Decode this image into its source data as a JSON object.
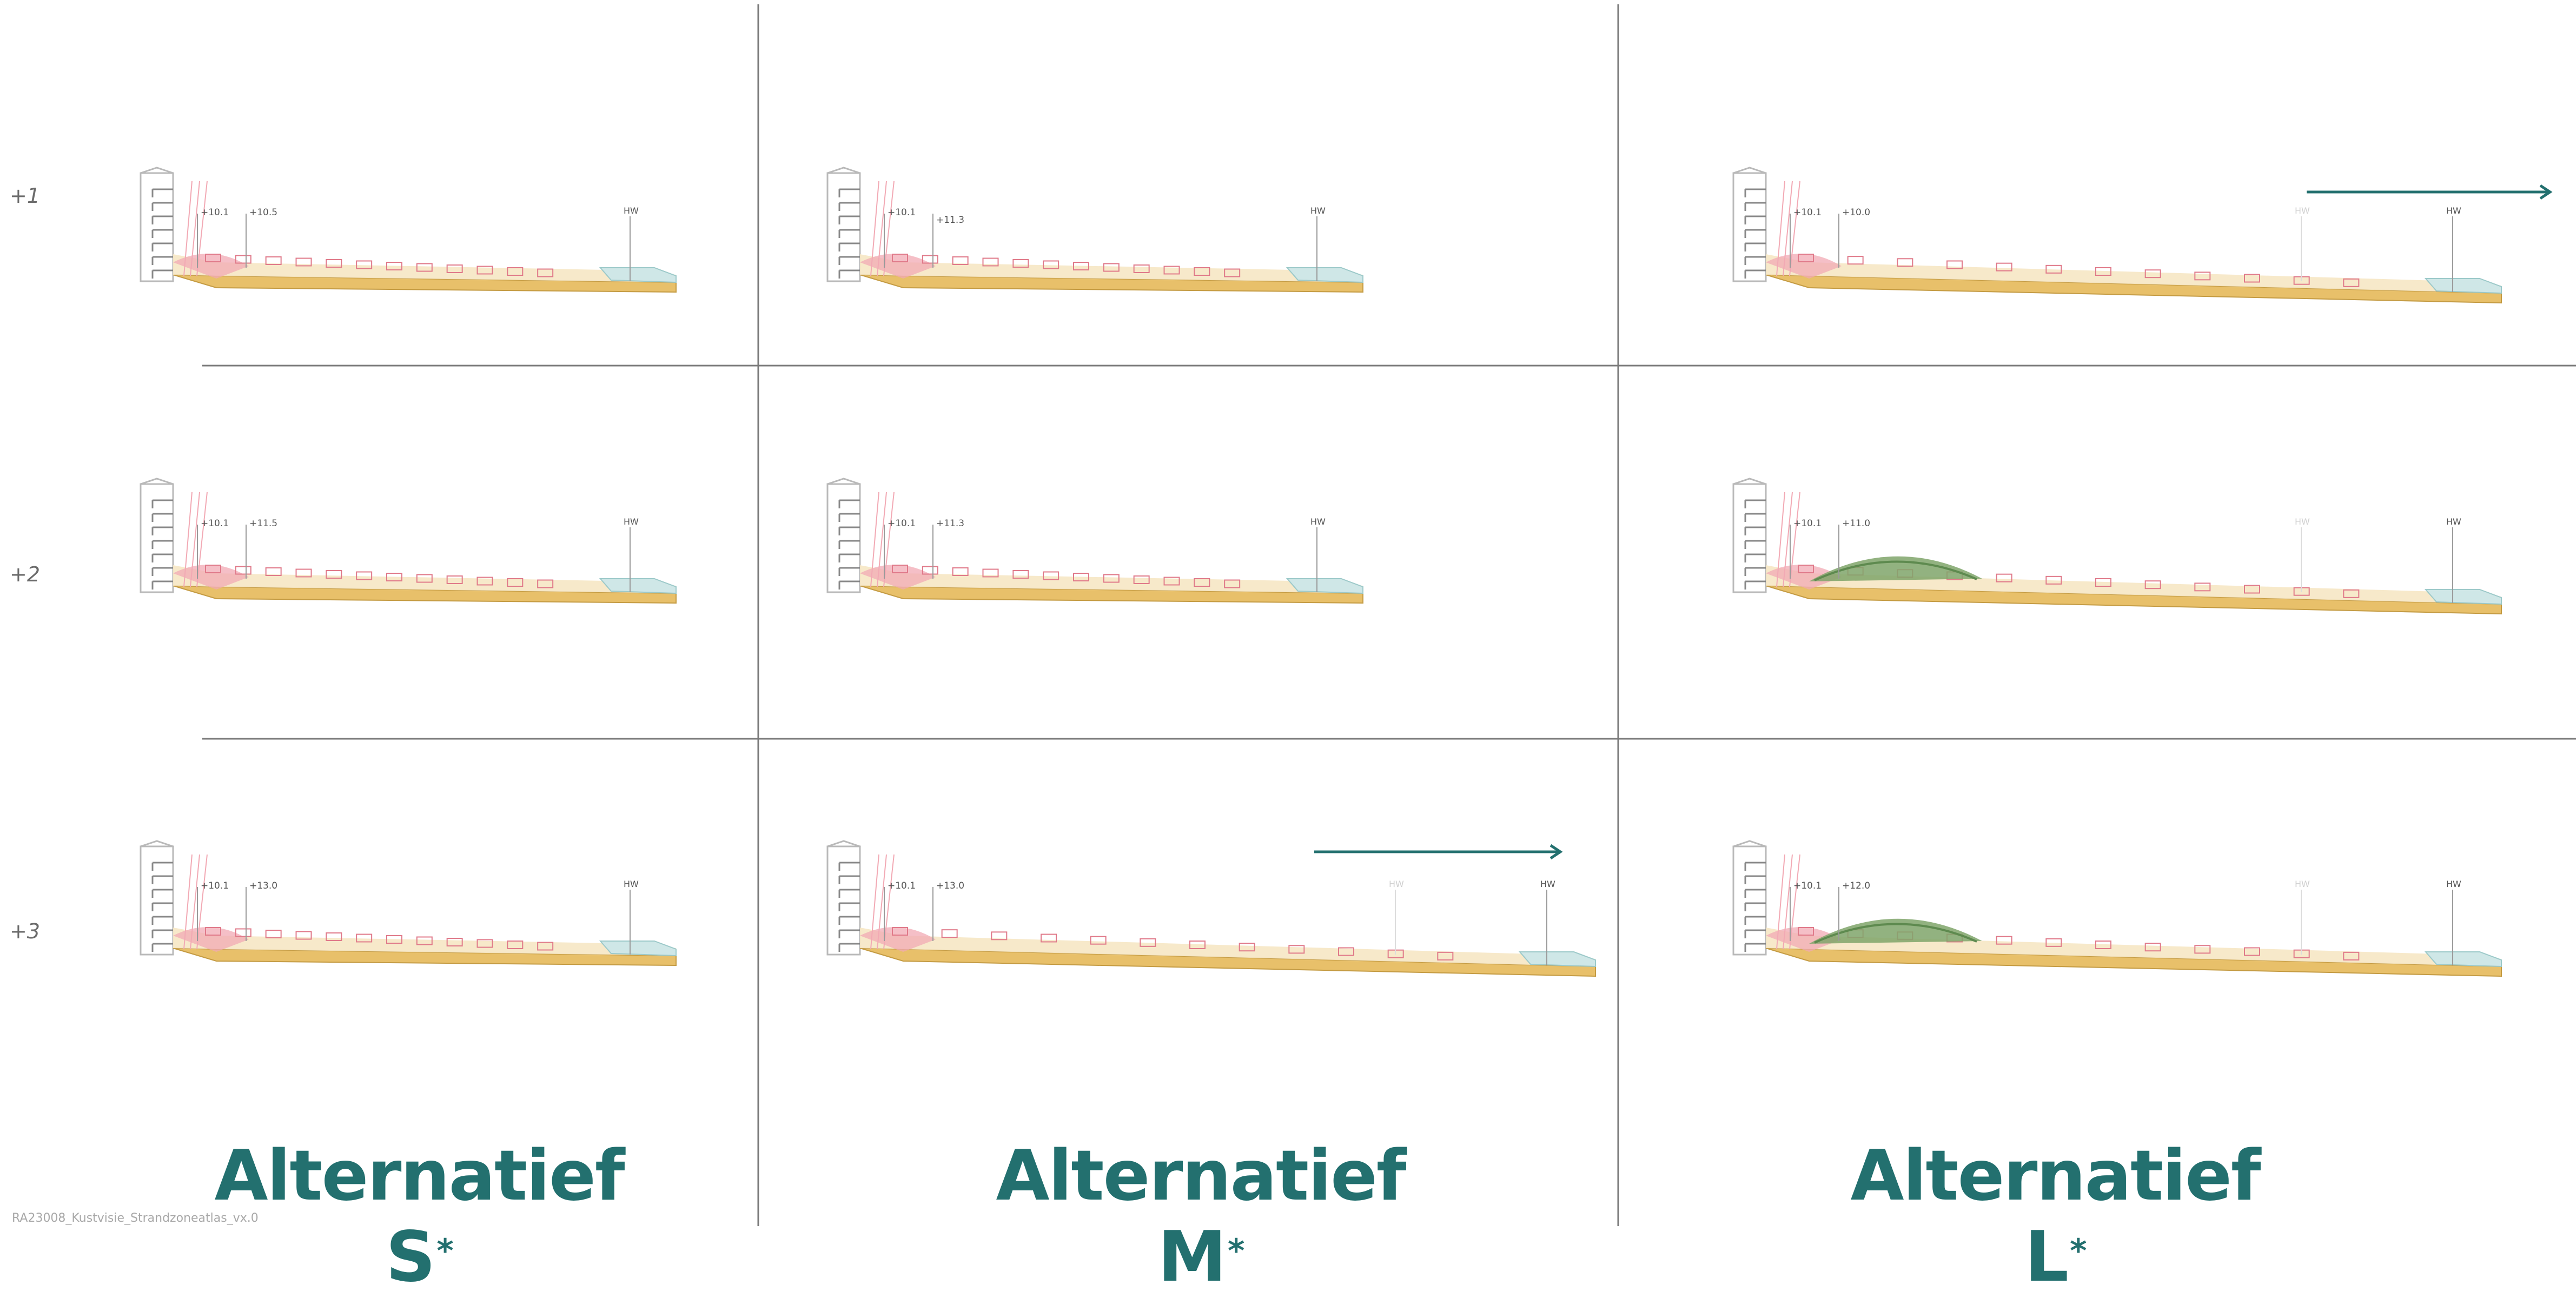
{
  "rows": [
    {
      "label": "+1"
    },
    {
      "label": "+2"
    },
    {
      "label": "+3"
    }
  ],
  "columns": [
    {
      "title": "Alternatief S",
      "suffix": "*"
    },
    {
      "title": "Alternatief M",
      "suffix": "*"
    },
    {
      "title": "Alternatief L",
      "suffix": "*"
    }
  ],
  "panels": [
    {
      "row": 0,
      "col": 0,
      "labels": [
        "+10.1",
        "+10.5"
      ],
      "hw": "HW",
      "veg": false,
      "long": false,
      "arrow": false
    },
    {
      "row": 0,
      "col": 1,
      "labels": [
        "+10.1",
        "+11.3"
      ],
      "hw": "HW",
      "veg": false,
      "long": false,
      "arrow": false
    },
    {
      "row": 0,
      "col": 2,
      "labels": [
        "+10.1",
        "+10.0"
      ],
      "hw": "HW",
      "veg": false,
      "long": true,
      "arrow": true
    },
    {
      "row": 1,
      "col": 0,
      "labels": [
        "+10.1",
        "+11.5"
      ],
      "hw": "HW",
      "veg": false,
      "long": false,
      "arrow": false
    },
    {
      "row": 1,
      "col": 1,
      "labels": [
        "+10.1",
        "+11.3"
      ],
      "hw": "HW",
      "veg": false,
      "long": false,
      "arrow": false
    },
    {
      "row": 1,
      "col": 2,
      "labels": [
        "+10.1",
        "+11.0"
      ],
      "hw": "HW",
      "veg": true,
      "long": true,
      "arrow": false
    },
    {
      "row": 2,
      "col": 0,
      "labels": [
        "+10.1",
        "+13.0"
      ],
      "hw": "HW",
      "veg": false,
      "long": false,
      "arrow": false
    },
    {
      "row": 2,
      "col": 1,
      "labels": [
        "+10.1",
        "+13.0"
      ],
      "hw": "HW",
      "veg": false,
      "long": true,
      "arrow": true
    },
    {
      "row": 2,
      "col": 2,
      "labels": [
        "+10.1",
        "+12.0"
      ],
      "hw": "HW",
      "veg": true,
      "long": true,
      "arrow": false
    }
  ],
  "colors": {
    "grid": "#7a7a7a",
    "accent": "#23706f",
    "sand": "#e8c06a",
    "sand_light": "#f6e7c4",
    "water": "#cfe7e7",
    "pink": "#f2a9b4",
    "pink_dark": "#e07a8a",
    "building": "#b9b9b9",
    "vegetation": "#7fa56a"
  },
  "footer": "RA23008_Kustvisie_Strandzoneatlas_vx.0"
}
